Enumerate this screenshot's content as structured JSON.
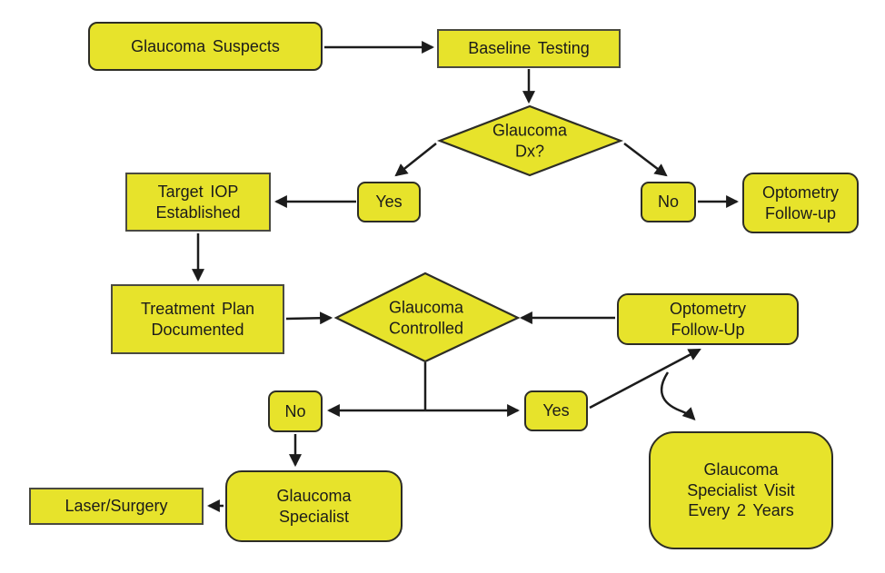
{
  "colors": {
    "background": "#ffffff",
    "node-fill": "#e7e32b",
    "rect-border": "#4a4a40",
    "round-border": "#2d2d26",
    "arrow": "#1c1c1c",
    "text": "#1b1b1b"
  },
  "nodes": {
    "glaucoma_suspects": "Glaucoma Suspects",
    "baseline_testing": "Baseline Testing",
    "glaucoma_dx": "Glaucoma\nDx?",
    "yes_dx": "Yes",
    "no_dx": "No",
    "optometry_follow_up_initial": "Optometry\nFollow-up",
    "target_iop": "Target IOP\nEstablished",
    "treatment_plan": "Treatment Plan\nDocumented",
    "glaucoma_controlled": "Glaucoma\nControlled",
    "optometry_follow_up_ongoing": "Optometry\nFollow-Up",
    "no_controlled": "No",
    "yes_controlled": "Yes",
    "glaucoma_specialist": "Glaucoma\nSpecialist",
    "laser_surgery": "Laser/Surgery",
    "specialist_visit": "Glaucoma\nSpecialist Visit\nEvery 2 Years"
  },
  "edges": [
    {
      "from": "glaucoma_suspects",
      "to": "baseline_testing"
    },
    {
      "from": "baseline_testing",
      "to": "glaucoma_dx"
    },
    {
      "from": "glaucoma_dx",
      "to": "yes_dx"
    },
    {
      "from": "glaucoma_dx",
      "to": "no_dx"
    },
    {
      "from": "yes_dx",
      "to": "target_iop"
    },
    {
      "from": "no_dx",
      "to": "optometry_follow_up_initial"
    },
    {
      "from": "target_iop",
      "to": "treatment_plan"
    },
    {
      "from": "treatment_plan",
      "to": "glaucoma_controlled"
    },
    {
      "from": "optometry_follow_up_ongoing",
      "to": "glaucoma_controlled"
    },
    {
      "from": "glaucoma_controlled",
      "to": "no_controlled"
    },
    {
      "from": "glaucoma_controlled",
      "to": "yes_controlled"
    },
    {
      "from": "yes_controlled",
      "to": "optometry_follow_up_ongoing"
    },
    {
      "from": "optometry_follow_up_ongoing",
      "to": "specialist_visit"
    },
    {
      "from": "no_controlled",
      "to": "glaucoma_specialist"
    },
    {
      "from": "glaucoma_specialist",
      "to": "laser_surgery"
    }
  ]
}
